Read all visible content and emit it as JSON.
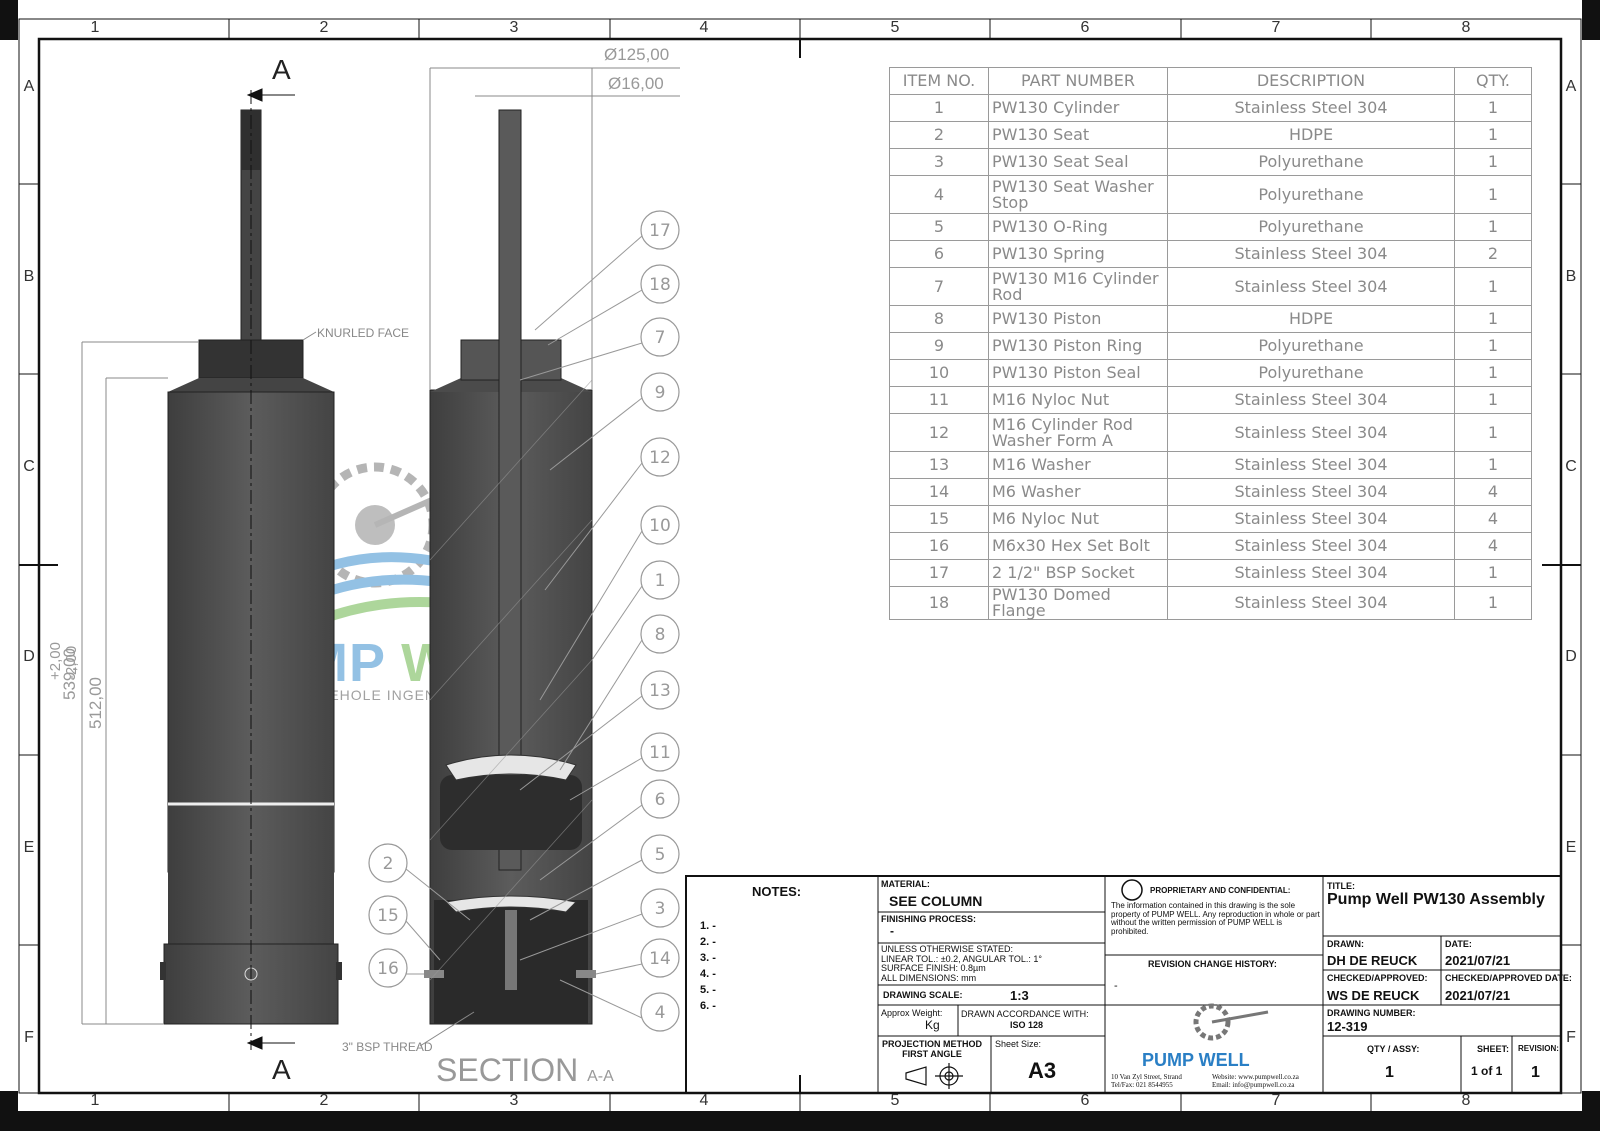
{
  "zones": {
    "columns": [
      "1",
      "2",
      "3",
      "4",
      "5",
      "6",
      "7",
      "8"
    ],
    "rows": [
      "A",
      "B",
      "C",
      "D",
      "E",
      "F"
    ]
  },
  "bom": {
    "headers": [
      "ITEM NO.",
      "PART NUMBER",
      "DESCRIPTION",
      "QTY."
    ],
    "rows": [
      {
        "item": "1",
        "part": "PW130 Cylinder",
        "desc": "Stainless Steel 304",
        "qty": "1"
      },
      {
        "item": "2",
        "part": "PW130 Seat",
        "desc": "HDPE",
        "qty": "1"
      },
      {
        "item": "3",
        "part": "PW130 Seat Seal",
        "desc": "Polyurethane",
        "qty": "1"
      },
      {
        "item": "4",
        "part": "PW130 Seat Washer Stop",
        "desc": "Polyurethane",
        "qty": "1"
      },
      {
        "item": "5",
        "part": "PW130 O-Ring",
        "desc": "Polyurethane",
        "qty": "1"
      },
      {
        "item": "6",
        "part": "PW130 Spring",
        "desc": "Stainless Steel 304",
        "qty": "2"
      },
      {
        "item": "7",
        "part": "PW130 M16 Cylinder Rod",
        "desc": "Stainless Steel 304",
        "qty": "1"
      },
      {
        "item": "8",
        "part": "PW130 Piston",
        "desc": "HDPE",
        "qty": "1"
      },
      {
        "item": "9",
        "part": "PW130 Piston Ring",
        "desc": "Polyurethane",
        "qty": "1"
      },
      {
        "item": "10",
        "part": "PW130 Piston Seal",
        "desc": "Polyurethane",
        "qty": "1"
      },
      {
        "item": "11",
        "part": "M16 Nyloc Nut",
        "desc": "Stainless Steel 304",
        "qty": "1"
      },
      {
        "item": "12",
        "part": "M16 Cylinder Rod Washer Form A",
        "desc": "Stainless Steel 304",
        "qty": "1"
      },
      {
        "item": "13",
        "part": "M16 Washer",
        "desc": "Stainless Steel 304",
        "qty": "1"
      },
      {
        "item": "14",
        "part": "M6 Washer",
        "desc": "Stainless Steel 304",
        "qty": "4"
      },
      {
        "item": "15",
        "part": "M6 Nyloc Nut",
        "desc": "Stainless Steel 304",
        "qty": "4"
      },
      {
        "item": "16",
        "part": "M6x30 Hex Set Bolt",
        "desc": "Stainless Steel 304",
        "qty": "4"
      },
      {
        "item": "17",
        "part": "2 1/2\" BSP Socket",
        "desc": "Stainless Steel 304",
        "qty": "1"
      },
      {
        "item": "18",
        "part": "PW130 Domed Flange",
        "desc": "Stainless Steel 304",
        "qty": "1"
      }
    ]
  },
  "drawing": {
    "section_letter": "A",
    "section_title": "SECTION",
    "section_sub": "A-A",
    "knurled_label": "KNURLED FACE",
    "thread_label": "3\" BSP THREAD",
    "dim_outer_dia": "Ø125,00",
    "dim_rod_dia": "Ø16,00",
    "dim_overall": "539,00",
    "dim_tol_plus": "+2,00",
    "dim_tol_minus": "-2,00",
    "dim_body": "512,00",
    "balloons_right": [
      "17",
      "18",
      "7",
      "9",
      "12",
      "10",
      "1",
      "8",
      "13",
      "11",
      "6",
      "5",
      "3",
      "14",
      "4"
    ],
    "balloons_left": [
      "2",
      "15",
      "16"
    ]
  },
  "watermark": {
    "brand_a": "PUMP",
    "brand_b": "WELL",
    "tagline": "BOREHOLE INGENUITY"
  },
  "titleblock": {
    "notes_label": "NOTES:",
    "notes": [
      "1.  -",
      "2.  -",
      "3.  -",
      "4.  -",
      "5.  -",
      "6.  -"
    ],
    "material_label": "MATERIAL:",
    "material": "SEE COLUMN",
    "finishing_label": "FINISHING PROCESS:",
    "finishing": "-",
    "tolerance_lines": [
      "UNLESS OTHERWISE STATED:",
      "LINEAR TOL.: ±0.2, ANGULAR TOL.: 1°",
      "SURFACE FINISH: 0.8µm",
      "ALL DIMENSIONS: mm"
    ],
    "scale_label": "DRAWING SCALE:",
    "scale": "1:3",
    "weight_label": "Approx Weight:",
    "weight_unit": "Kg",
    "accordance_label": "DRAWN ACCORDANCE WITH:",
    "accordance": "ISO 128",
    "projection_label": "PROJECTION METHOD",
    "projection": "FIRST ANGLE",
    "sheet_size_label": "Sheet Size:",
    "sheet_size": "A3",
    "proprietary_title": "PROPRIETARY AND CONFIDENTIAL:",
    "proprietary_text": "The information contained in this drawing is the sole property of PUMP WELL. Any reproduction in whole or part without the written permission of PUMP WELL is prohibited.",
    "revision_history_label": "REVISION CHANGE HISTORY:",
    "revision_history": "-",
    "logo_text": "PUMP WELL",
    "address": "10 Van Zyl Street, Strand",
    "website": "Website: www.pumpwell.co.za",
    "telfax": "Tel/Fax: 021 8544955",
    "email": "Email: info@pumpwell.co.za",
    "title_label": "TITLE:",
    "title": "Pump Well PW130 Assembly",
    "drawn_label": "DRAWN:",
    "drawn": "DH DE REUCK",
    "date_label": "DATE:",
    "date": "2021/07/21",
    "checked_label": "CHECKED/APPROVED:",
    "checked": "WS DE REUCK",
    "checked_date_label": "CHECKED/APPROVED DATE:",
    "checked_date": "2021/07/21",
    "drawing_number_label": "DRAWING NUMBER:",
    "drawing_number": "12-319",
    "qty_label": "QTY / ASSY:",
    "qty": "1",
    "sheet_label": "SHEET:",
    "sheet": "1 of 1",
    "revision_label": "REVISION:",
    "revision": "1"
  },
  "colors": {
    "body_dark": "#4a4a4a",
    "body_mid": "#5a5a5a",
    "border": "#111111",
    "bom_text": "#8a8a8a",
    "watermark_blue": "#3b8fcf",
    "watermark_green": "#6bb64a"
  }
}
